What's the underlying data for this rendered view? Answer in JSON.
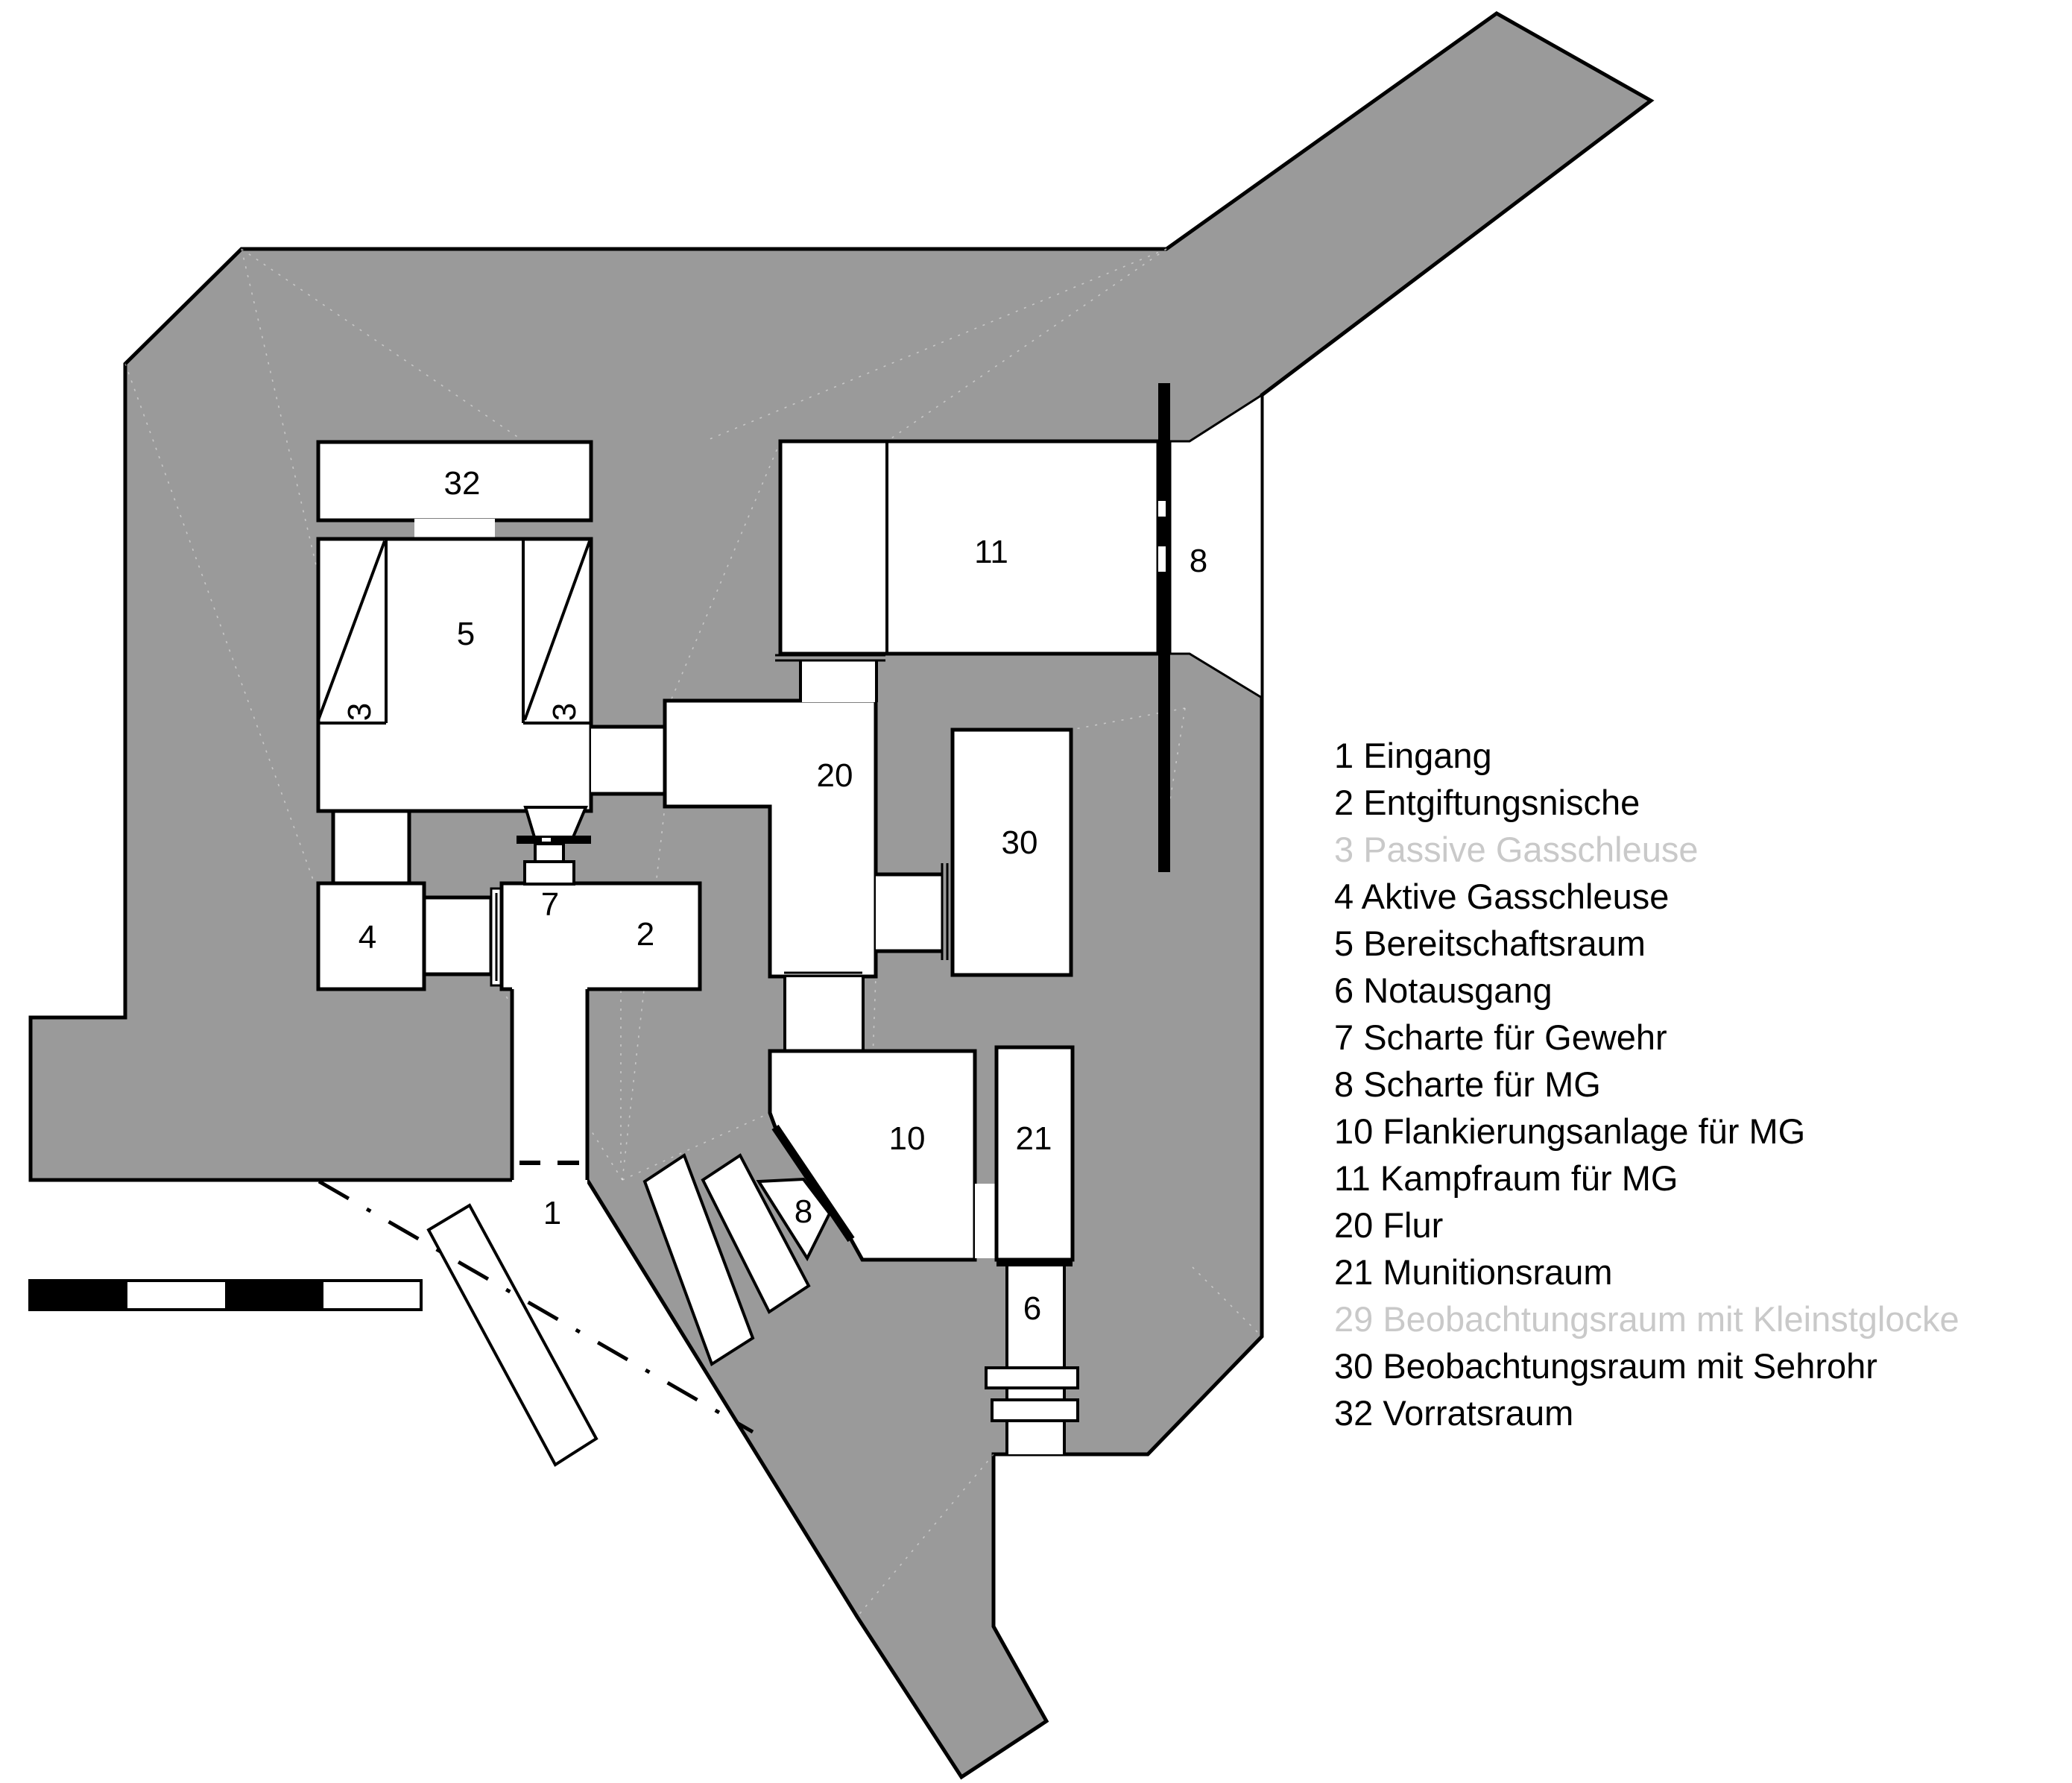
{
  "colors": {
    "concrete": "#9a9a9a",
    "wall": "#000000",
    "room_fill": "#ffffff",
    "dim_text": "#c9c9c9",
    "construction_line": "#ffffff"
  },
  "legend": {
    "items": [
      {
        "num": "1",
        "label": "Eingang",
        "dimmed": false
      },
      {
        "num": "2",
        "label": "Entgiftungsnische",
        "dimmed": false
      },
      {
        "num": "3",
        "label": "Passive Gasschleuse",
        "dimmed": true
      },
      {
        "num": "4",
        "label": "Aktive Gasschleuse",
        "dimmed": false
      },
      {
        "num": "5",
        "label": "Bereitschaftsraum",
        "dimmed": false
      },
      {
        "num": "6",
        "label": "Notausgang",
        "dimmed": false
      },
      {
        "num": "7",
        "label": "Scharte für Gewehr",
        "dimmed": false
      },
      {
        "num": "8",
        "label": "Scharte für MG",
        "dimmed": false
      },
      {
        "num": "10",
        "label": "Flankierungsanlage für MG",
        "dimmed": false
      },
      {
        "num": "11",
        "label": "Kampfraum für MG",
        "dimmed": false
      },
      {
        "num": "20",
        "label": "Flur",
        "dimmed": false
      },
      {
        "num": "21",
        "label": "Munitionsraum",
        "dimmed": false
      },
      {
        "num": "29",
        "label": "Beobachtungsraum mit Kleinstglocke",
        "dimmed": true
      },
      {
        "num": "30",
        "label": "Beobachtungsraum mit Sehrohr",
        "dimmed": false
      },
      {
        "num": "32",
        "label": "Vorratsraum",
        "dimmed": false
      }
    ]
  },
  "plan": {
    "labels": [
      {
        "id": "32",
        "text": "32"
      },
      {
        "id": "5",
        "text": "5"
      },
      {
        "id": "3a",
        "text": "3"
      },
      {
        "id": "3b",
        "text": "3"
      },
      {
        "id": "4",
        "text": "4"
      },
      {
        "id": "7",
        "text": "7"
      },
      {
        "id": "2",
        "text": "2"
      },
      {
        "id": "1",
        "text": "1"
      },
      {
        "id": "20",
        "text": "20"
      },
      {
        "id": "11",
        "text": "11"
      },
      {
        "id": "8a",
        "text": "8"
      },
      {
        "id": "30",
        "text": "30"
      },
      {
        "id": "10",
        "text": "10"
      },
      {
        "id": "21",
        "text": "21"
      },
      {
        "id": "8b",
        "text": "8"
      },
      {
        "id": "6",
        "text": "6"
      }
    ]
  },
  "scale_bar": {
    "segments": [
      "black",
      "white",
      "black",
      "white"
    ]
  }
}
